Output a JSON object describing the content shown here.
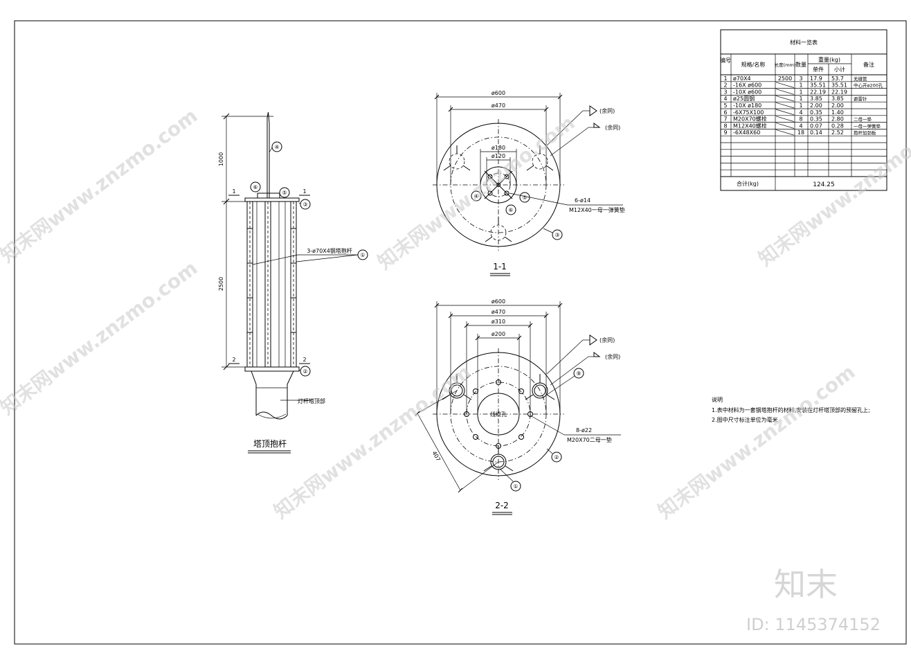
{
  "elevation": {
    "title": "塔顶抱杆",
    "dims": [
      "1000",
      "2500"
    ],
    "section_marks": [
      "1",
      "1",
      "2",
      "2"
    ],
    "pipe_label": "3-ø70X4钢塔抱杆",
    "base_label": "灯杆塔顶部",
    "callouts": [
      "①",
      "②",
      "③",
      "④",
      "⑤",
      "⑥"
    ]
  },
  "section_1": {
    "label": "1-1",
    "dims": [
      "ø600",
      "ø470",
      "ø180",
      "ø120"
    ],
    "weld_labels": [
      "(余同)",
      "(余同)"
    ],
    "bolt_note_1": "6-ø14",
    "bolt_note_2": "M12X40一母一弹簧垫",
    "callouts": [
      "④",
      "⑤",
      "⑥",
      "③"
    ]
  },
  "section_2": {
    "label": "2-2",
    "dims": [
      "ø600",
      "ø470",
      "ø310",
      "ø200",
      "407"
    ],
    "weld_labels": [
      "(余同)",
      "(余同)"
    ],
    "center_label": "线缆孔",
    "bolt_note_1": "8-ø22",
    "bolt_note_2": "M20X70二母一垫",
    "callouts": [
      "⑨",
      "②",
      "①"
    ]
  },
  "notes": {
    "heading": "说明",
    "items": [
      "1.表中材料为一套钢塔抱杆的材料,安装在灯杆塔顶部的预留孔上;",
      "2.图中尺寸标注单位为毫米"
    ]
  },
  "material_table": {
    "title": "材料一览表",
    "headers": {
      "no": "编号",
      "spec": "规格/名称",
      "length": "长度(mm)",
      "qty": "数量",
      "weight": "重量(kg)",
      "unit": "单件",
      "subtotal": "小计",
      "remark": "备注"
    },
    "rows": [
      {
        "no": "1",
        "spec": "ø70X4",
        "len": "2500",
        "qty": "3",
        "unit": "17.9",
        "sub": "53.7",
        "remark": "无缝管"
      },
      {
        "no": "2",
        "spec": "-16X ø600",
        "len": "",
        "qty": "1",
        "unit": "35.51",
        "sub": "35.51",
        "remark": "中心开ø200孔"
      },
      {
        "no": "3",
        "spec": "-10X ø600",
        "len": "",
        "qty": "1",
        "unit": "22.19",
        "sub": "22.19",
        "remark": ""
      },
      {
        "no": "4",
        "spec": "ø25圆钢",
        "len": "",
        "qty": "1",
        "unit": "3.85",
        "sub": "3.85",
        "remark": "避雷针"
      },
      {
        "no": "5",
        "spec": "-10X ø180",
        "len": "",
        "qty": "1",
        "unit": "2.00",
        "sub": "2.00",
        "remark": ""
      },
      {
        "no": "6",
        "spec": "-6X75X100",
        "len": "",
        "qty": "4",
        "unit": "0.35",
        "sub": "1.40",
        "remark": ""
      },
      {
        "no": "7",
        "spec": "M20X70螺栓",
        "len": "",
        "qty": "8",
        "unit": "0.35",
        "sub": "2.80",
        "remark": "二母一垫"
      },
      {
        "no": "8",
        "spec": "M12X40螺栓",
        "len": "",
        "qty": "4",
        "unit": "0.07",
        "sub": "0.28",
        "remark": "一母一弹簧垫"
      },
      {
        "no": "9",
        "spec": "-6X48X60",
        "len": "",
        "qty": "18",
        "unit": "0.14",
        "sub": "2.52",
        "remark": "抱杆加劲板"
      }
    ],
    "total_label": "合计(kg)",
    "total_value": "124.25"
  },
  "watermark": {
    "text": "知末网www.znzmo.com",
    "logo": "知末",
    "id": "ID: 1145374152"
  }
}
